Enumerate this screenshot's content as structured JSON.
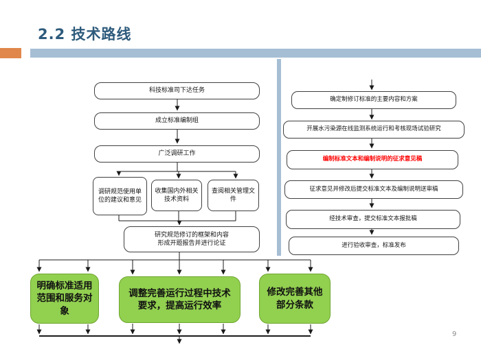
{
  "title": "2.2  技术路线",
  "page_number": "9",
  "colors": {
    "title_text": "#2E5B7C",
    "accent_orange": "#E0874B",
    "accent_light_blue": "#A6BED4",
    "outcome_green": "#92D050",
    "highlight_red_text": "#FF0000",
    "box_border": "#3F3F3F"
  },
  "left_flow": {
    "steps": [
      "科技标准司下达任务",
      "成立标准编制组",
      "广泛调研工作"
    ],
    "parallel": [
      "调研规范使用单位的建议和意见",
      "收集国内外相关技术资料",
      "查阅相关管理文件"
    ],
    "final": "研究规范修订的框架和内容\n形成开题报告并进行论证"
  },
  "right_flow": {
    "steps": [
      "确定制修订标准的主要内容和方案",
      "开展水污染源在线监测系统运行和考核现场试验研究",
      "编制标准文本和编制说明的征求意见稿",
      "征求意见并修改后提交标准文本及编制说明送审稿",
      "经技术审查，提交标准文本报批稿",
      "进行验收审查，标准发布"
    ]
  },
  "outcomes": [
    "明确标准适用范围和服务对象",
    "调整完善运行过程中技术要求，提高运行效率",
    "修改完善其他部分条款"
  ]
}
